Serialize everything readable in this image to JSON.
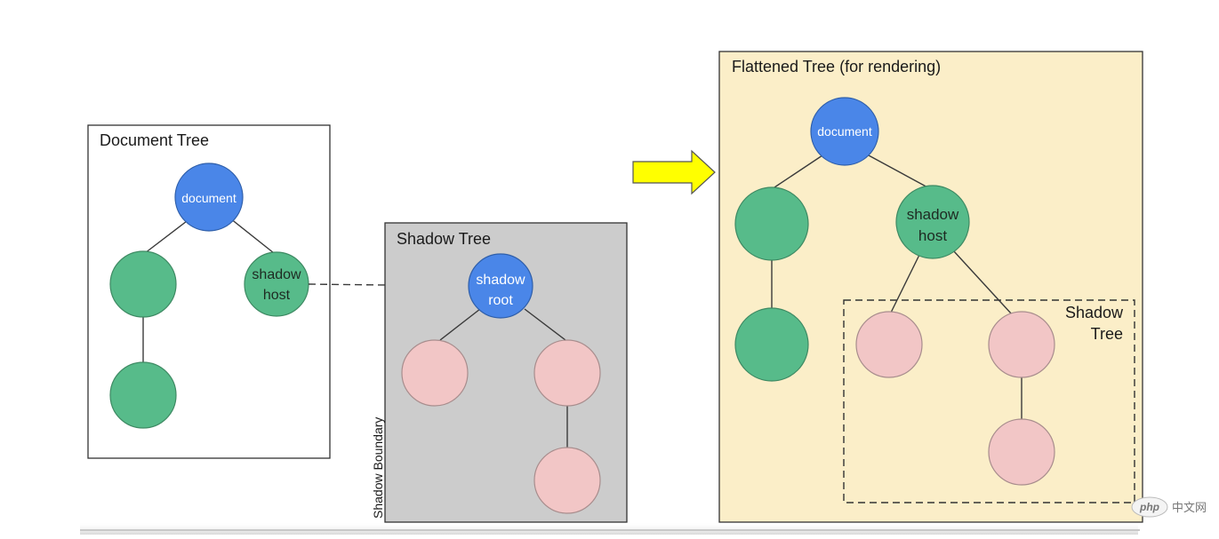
{
  "panels": {
    "document_tree": {
      "title": "Document Tree",
      "document_label": "document",
      "shadow_host_line1": "shadow",
      "shadow_host_line2": "host"
    },
    "shadow_tree": {
      "title": "Shadow Tree",
      "shadow_root_line1": "shadow",
      "shadow_root_line2": "root",
      "boundary_label": "Shadow Boundary"
    },
    "flattened_tree": {
      "title": "Flattened Tree (for rendering)",
      "document_label": "document",
      "shadow_host_line1": "shadow",
      "shadow_host_line2": "host",
      "shadow_tree_line1": "Shadow",
      "shadow_tree_line2": "Tree"
    }
  },
  "watermark": {
    "brand": "php",
    "site": "中文网"
  },
  "colors": {
    "blue_node": "#4a86e8",
    "green_node": "#57bb8a",
    "pink_node": "#f2c6c6",
    "shadow_panel_bg": "#cccccc",
    "flattened_panel_bg": "#fbeec8",
    "arrow_fill": "#ffff00"
  }
}
